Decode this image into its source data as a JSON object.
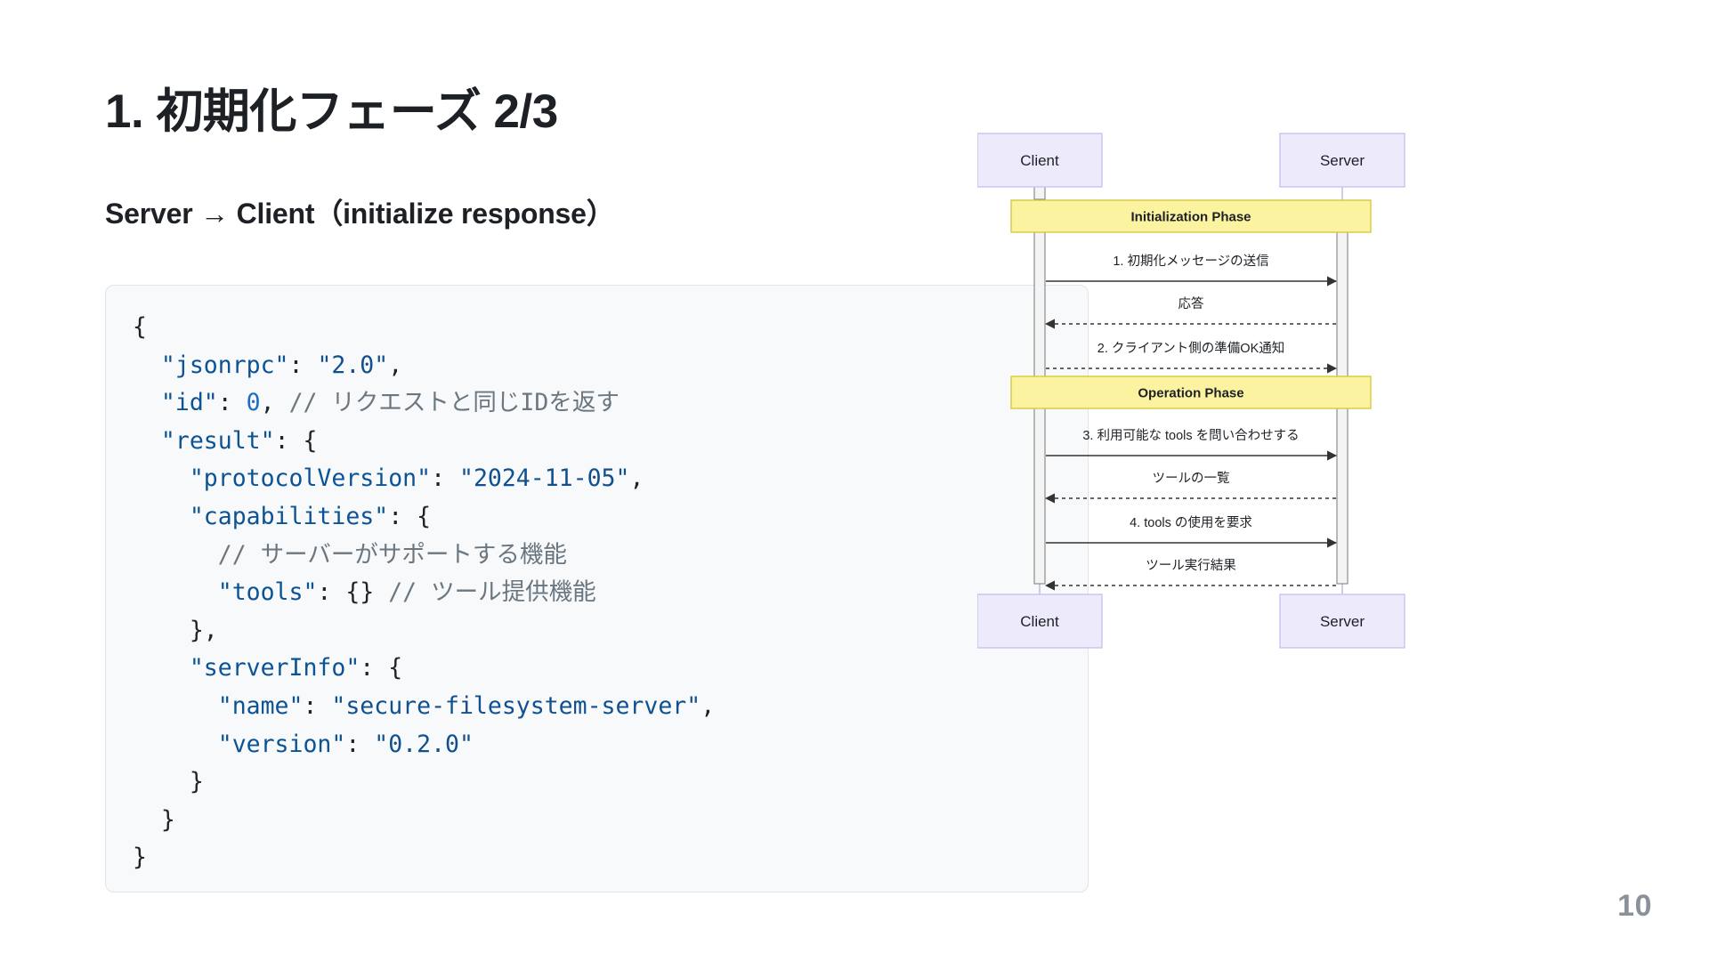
{
  "slide": {
    "title": "1. 初期化フェーズ 2/3",
    "subtitle": "Server → Client（initialize response）",
    "page_number": "10"
  },
  "code": {
    "language": "json",
    "lines": [
      [
        {
          "t": "{",
          "c": "punct"
        }
      ],
      [
        {
          "t": "  ",
          "c": "punct"
        },
        {
          "t": "\"jsonrpc\"",
          "c": "key"
        },
        {
          "t": ": ",
          "c": "punct"
        },
        {
          "t": "\"2.0\"",
          "c": "str"
        },
        {
          "t": ",",
          "c": "punct"
        }
      ],
      [
        {
          "t": "  ",
          "c": "punct"
        },
        {
          "t": "\"id\"",
          "c": "key"
        },
        {
          "t": ": ",
          "c": "punct"
        },
        {
          "t": "0",
          "c": "num"
        },
        {
          "t": ", ",
          "c": "punct"
        },
        {
          "t": "// リクエストと同じIDを返す",
          "c": "cmt"
        }
      ],
      [
        {
          "t": "  ",
          "c": "punct"
        },
        {
          "t": "\"result\"",
          "c": "key"
        },
        {
          "t": ": {",
          "c": "punct"
        }
      ],
      [
        {
          "t": "    ",
          "c": "punct"
        },
        {
          "t": "\"protocolVersion\"",
          "c": "key"
        },
        {
          "t": ": ",
          "c": "punct"
        },
        {
          "t": "\"2024-11-05\"",
          "c": "str"
        },
        {
          "t": ",",
          "c": "punct"
        }
      ],
      [
        {
          "t": "    ",
          "c": "punct"
        },
        {
          "t": "\"capabilities\"",
          "c": "key"
        },
        {
          "t": ": {",
          "c": "punct"
        }
      ],
      [
        {
          "t": "      ",
          "c": "punct"
        },
        {
          "t": "// サーバーがサポートする機能",
          "c": "cmt"
        }
      ],
      [
        {
          "t": "      ",
          "c": "punct"
        },
        {
          "t": "\"tools\"",
          "c": "key"
        },
        {
          "t": ": {} ",
          "c": "punct"
        },
        {
          "t": "// ツール提供機能",
          "c": "cmt"
        }
      ],
      [
        {
          "t": "    },",
          "c": "punct"
        }
      ],
      [
        {
          "t": "    ",
          "c": "punct"
        },
        {
          "t": "\"serverInfo\"",
          "c": "key"
        },
        {
          "t": ": {",
          "c": "punct"
        }
      ],
      [
        {
          "t": "      ",
          "c": "punct"
        },
        {
          "t": "\"name\"",
          "c": "key"
        },
        {
          "t": ": ",
          "c": "punct"
        },
        {
          "t": "\"secure-filesystem-server\"",
          "c": "str"
        },
        {
          "t": ",",
          "c": "punct"
        }
      ],
      [
        {
          "t": "      ",
          "c": "punct"
        },
        {
          "t": "\"version\"",
          "c": "key"
        },
        {
          "t": ": ",
          "c": "punct"
        },
        {
          "t": "\"0.2.0\"",
          "c": "str"
        }
      ],
      [
        {
          "t": "    }",
          "c": "punct"
        }
      ],
      [
        {
          "t": "  }",
          "c": "punct"
        }
      ],
      [
        {
          "t": "}",
          "c": "punct"
        }
      ]
    ]
  },
  "diagram": {
    "type": "sequence",
    "participants": [
      {
        "id": "client",
        "label": "Client"
      },
      {
        "id": "server",
        "label": "Server"
      }
    ],
    "participants_bottom": [
      {
        "id": "client",
        "label": "Client"
      },
      {
        "id": "server",
        "label": "Server"
      }
    ],
    "phases": [
      {
        "label": "Initialization Phase"
      },
      {
        "label": "Operation Phase"
      }
    ],
    "messages": [
      {
        "label": "1. 初期化メッセージの送信",
        "from": "client",
        "to": "server",
        "style": "solid"
      },
      {
        "label": "応答",
        "from": "server",
        "to": "client",
        "style": "dashed"
      },
      {
        "label": "2. クライアント側の準備OK通知",
        "from": "client",
        "to": "server",
        "style": "dashed"
      },
      {
        "label": "3. 利用可能な tools を問い合わせする",
        "from": "client",
        "to": "server",
        "style": "solid"
      },
      {
        "label": "ツールの一覧",
        "from": "server",
        "to": "client",
        "style": "dashed"
      },
      {
        "label": "4. tools の使用を要求",
        "from": "client",
        "to": "server",
        "style": "solid"
      },
      {
        "label": "ツール実行結果",
        "from": "server",
        "to": "client",
        "style": "dashed"
      }
    ],
    "colors": {
      "participant_fill": "#eceafb",
      "participant_stroke": "#c9c3ef",
      "phase_fill": "#fbf3a0",
      "phase_stroke": "#d6c93f",
      "line": "#333333",
      "activation_fill": "#f4f4f4"
    }
  }
}
